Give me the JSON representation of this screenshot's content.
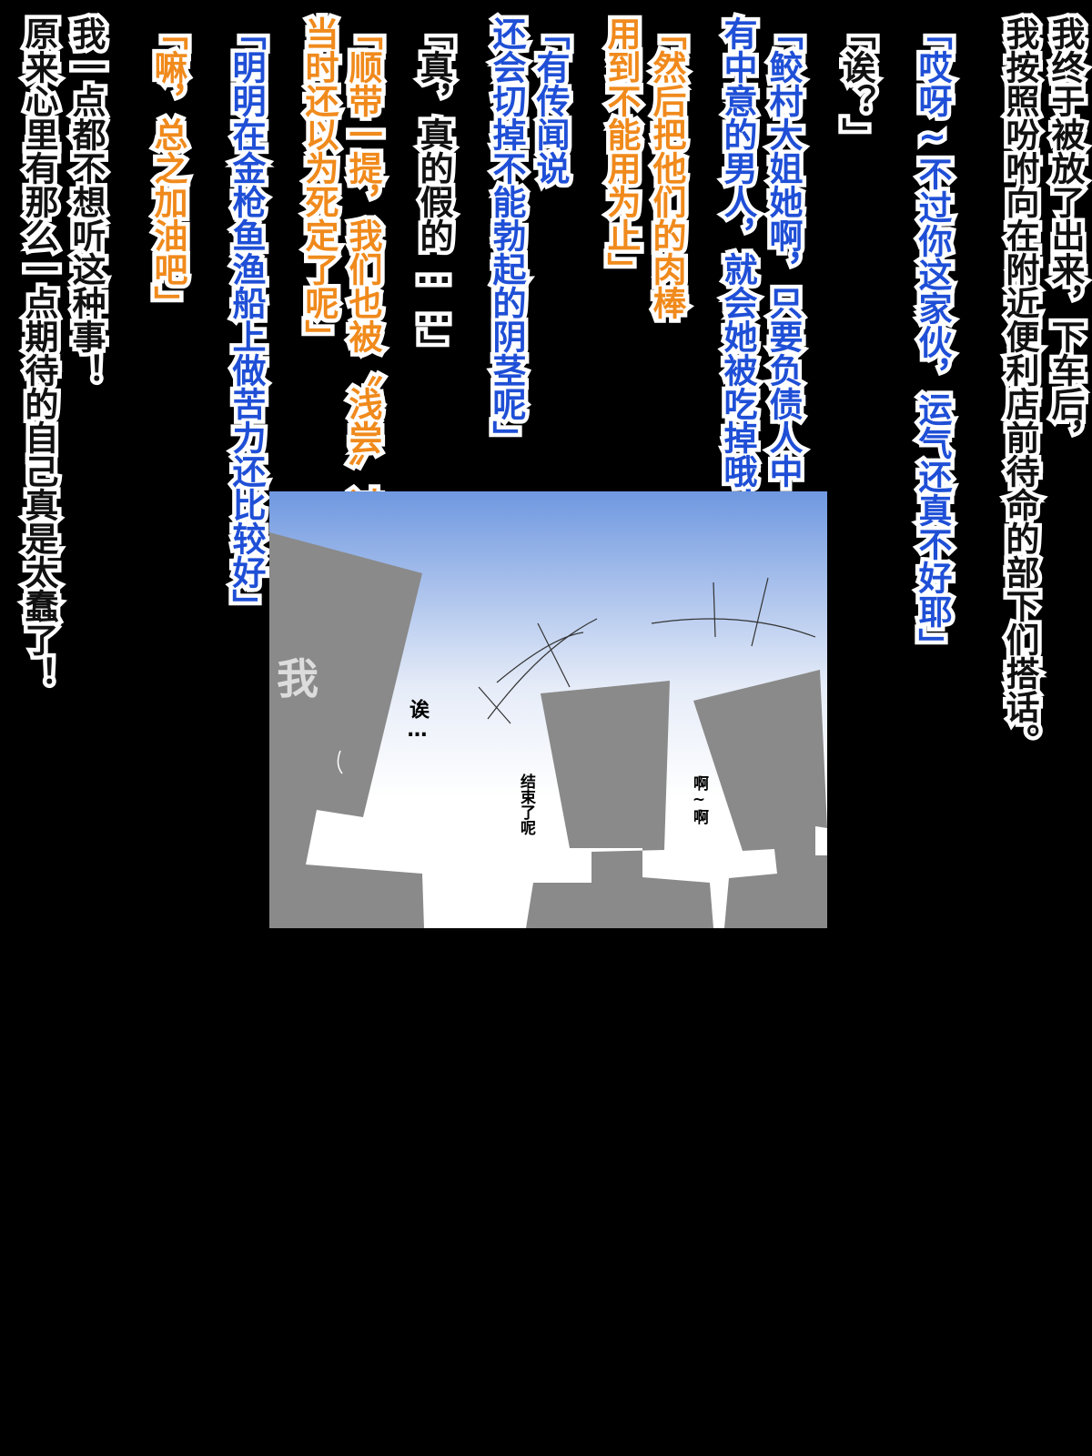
{
  "narration": {
    "col1": "我终于被放了出来，下车后，",
    "col2": "我按照吩咐向在附近便利店前待命的部下们搭话。",
    "col15": "我一点都不想听这种事！",
    "col16": "原来心里有那么一点期待的自己真是太蠢了！"
  },
  "dialogue": {
    "col3": "「哎呀~不过你这家伙，运气还真不好耶」",
    "col4": "「诶？」",
    "col5": "「鲛村大姐她啊，只要负债人中",
    "col6": "有中意的男人，就会她被吃掉哦！」",
    "col7": "「然后把他们的肉棒",
    "col8": "用到不能用为止」",
    "col9": "「有传闻说",
    "col10": "还会切掉不能勃起的阴茎呢」",
    "col11": "「真，真的假的……」",
    "col12": "「顺带一提，我们也被〝浅尝〞过一次。",
    "col13": "当时还以为死定了呢」",
    "col14": "「明明在金枪鱼渔船上做苦力还比较好」",
    "col17": "「嘛，总之加油吧」"
  },
  "panel": {
    "me_label": "我",
    "sfx_e": "诶…",
    "sfx_end": "结束了呢",
    "sfx_aa": "啊~啊"
  },
  "colors": {
    "blue": "#1f4fd6",
    "orange": "#f08a1c",
    "sky_top": "#6f98e0",
    "silhouette": "#8a8a8a"
  }
}
